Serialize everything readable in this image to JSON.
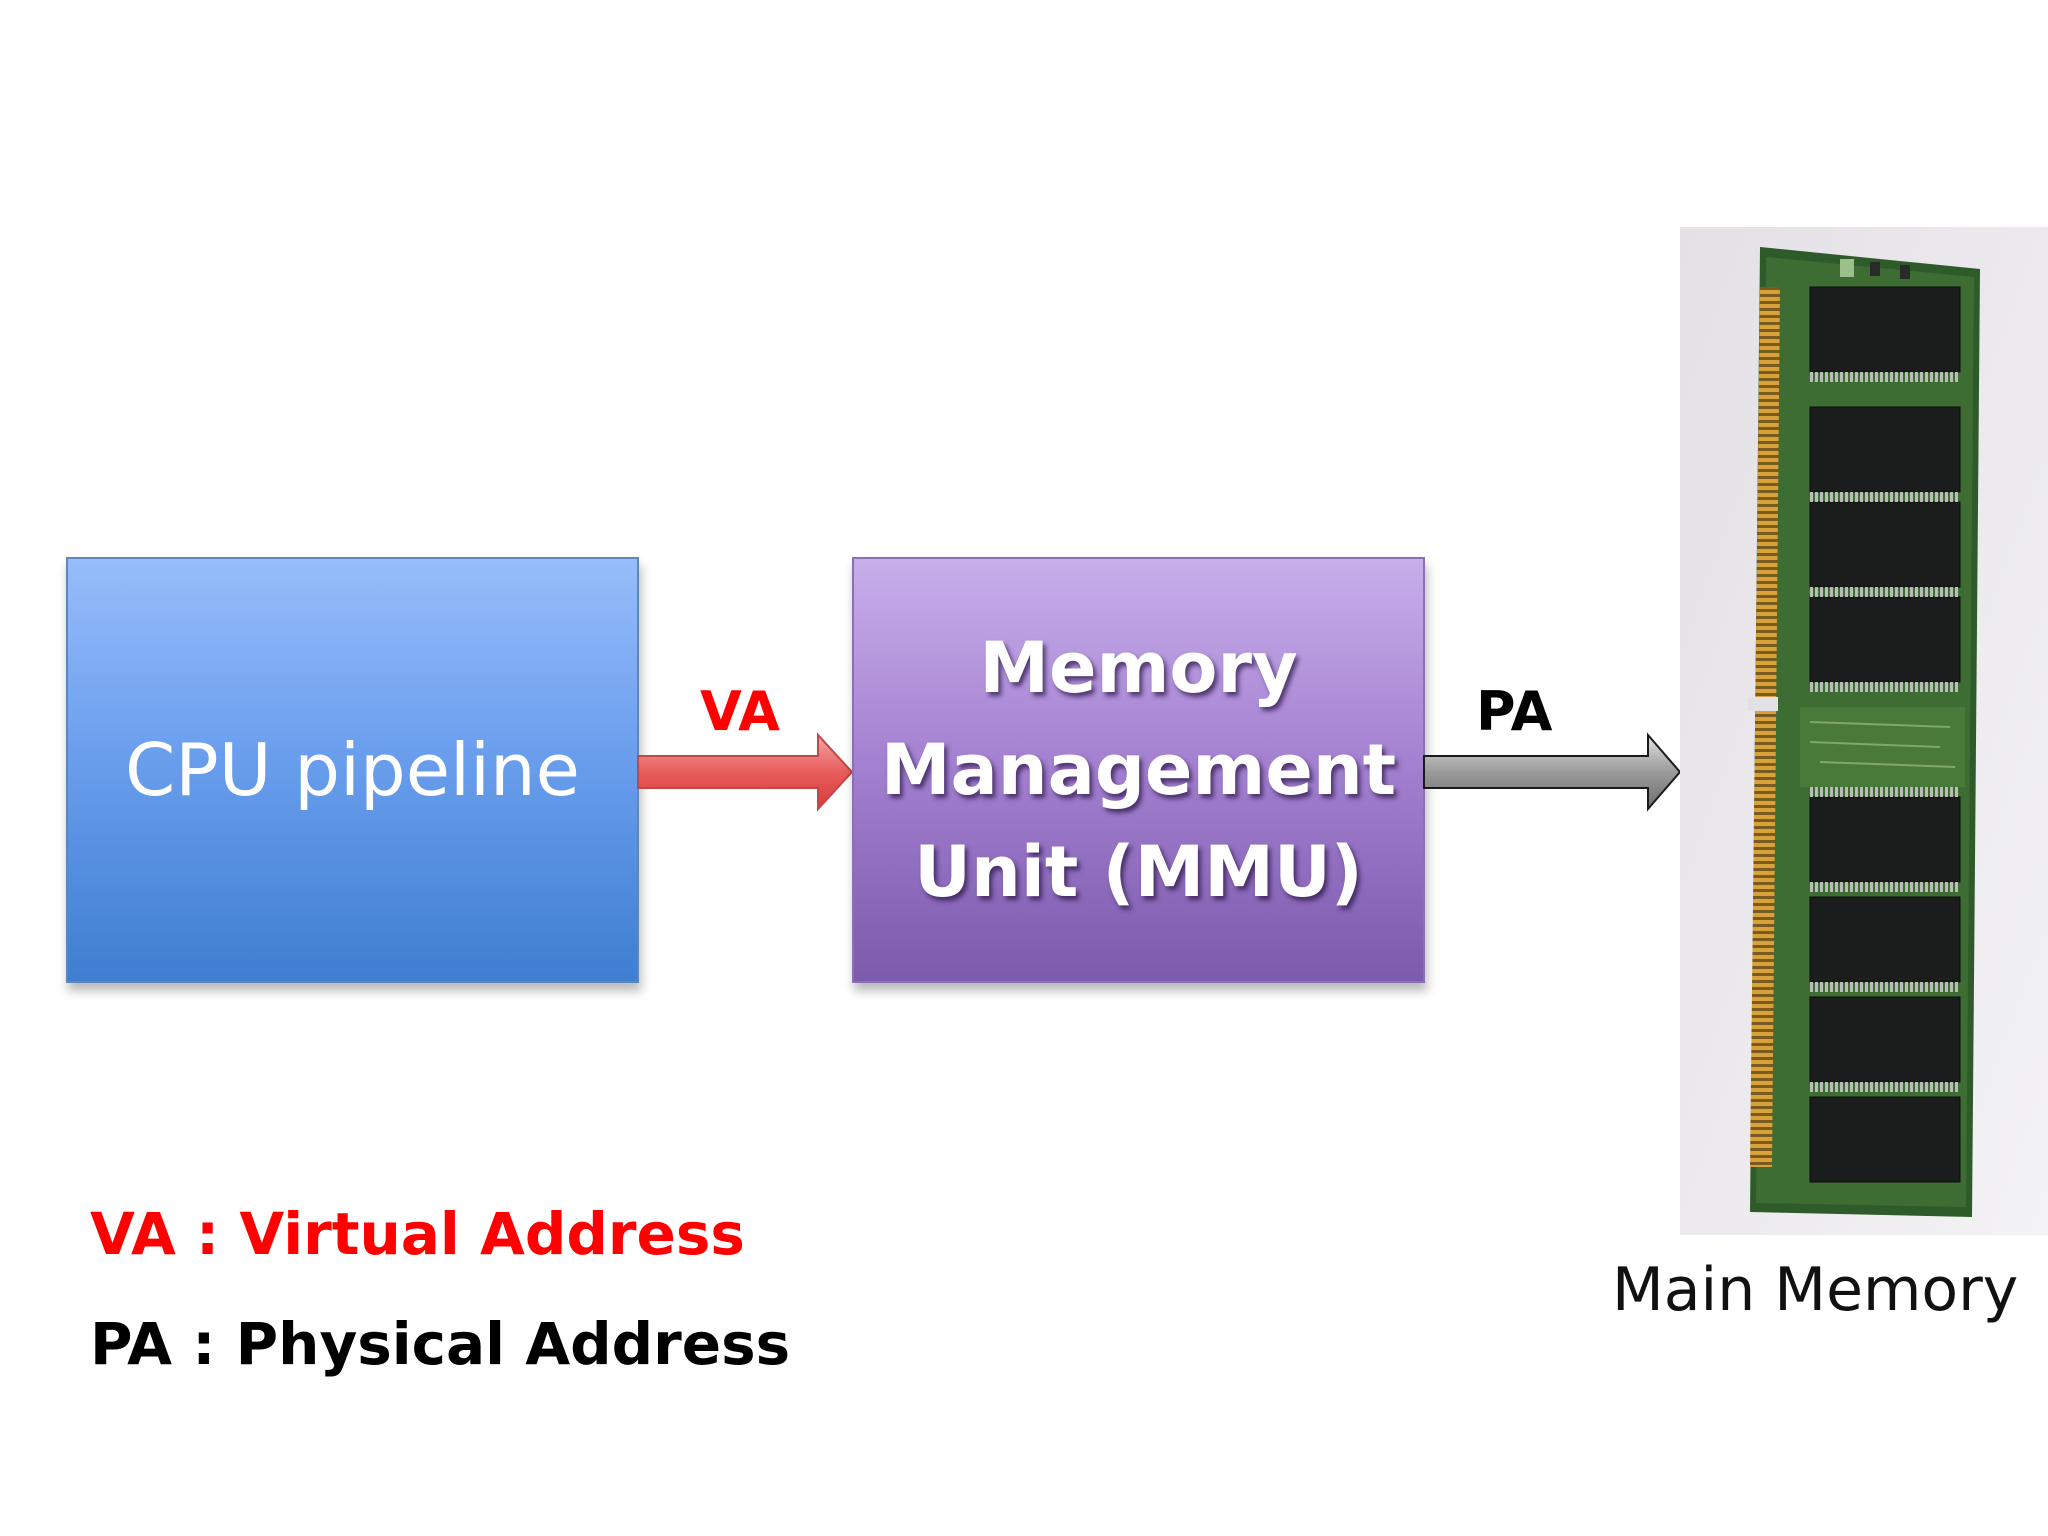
{
  "diagram": {
    "cpu_box": {
      "label": "CPU pipeline"
    },
    "mmu_box": {
      "lines": [
        "Memory",
        "Management",
        "Unit (MMU)"
      ]
    },
    "arrows": {
      "va": {
        "label": "VA",
        "color": "#ff0000"
      },
      "pa": {
        "label": "PA",
        "color": "#000000"
      }
    },
    "main_memory": {
      "label": "Main Memory",
      "image": "ram-module"
    },
    "legend": {
      "va": "VA : Virtual Address",
      "pa": "PA : Physical Address"
    },
    "colors": {
      "cpu_box": "#6b9fee",
      "mmu_box": "#a27fcf",
      "va_arrow": "#e85c5c",
      "pa_arrow": "#8a8a8a"
    }
  }
}
